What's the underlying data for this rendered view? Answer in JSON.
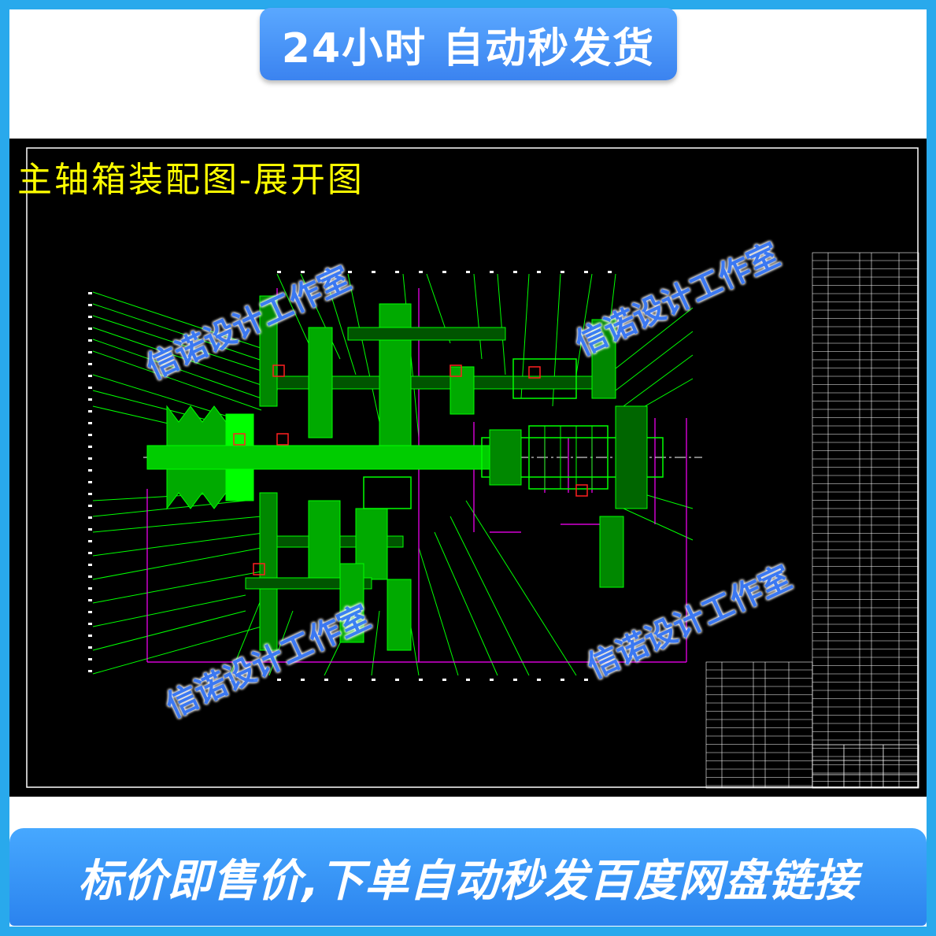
{
  "top_banner": {
    "text": "24小时 自动秒发货"
  },
  "drawing": {
    "title": "主轴箱装配图-展开图"
  },
  "watermark": {
    "text": "信诺设计工作室"
  },
  "bottom_banner": {
    "text": "标价即售价,下单自动秒发百度网盘链接"
  },
  "colors": {
    "frame": "#29a9ec",
    "banner": "#3b83f0",
    "cad_background": "#000000",
    "cad_parts": "#00ff00",
    "cad_dimensions": "#ff00ff",
    "cad_title": "#ffff00",
    "cad_border": "#ffffff",
    "watermark": "#3f7fff"
  },
  "icons": [
    "cad-assembly-drawing",
    "parts-list-table"
  ]
}
